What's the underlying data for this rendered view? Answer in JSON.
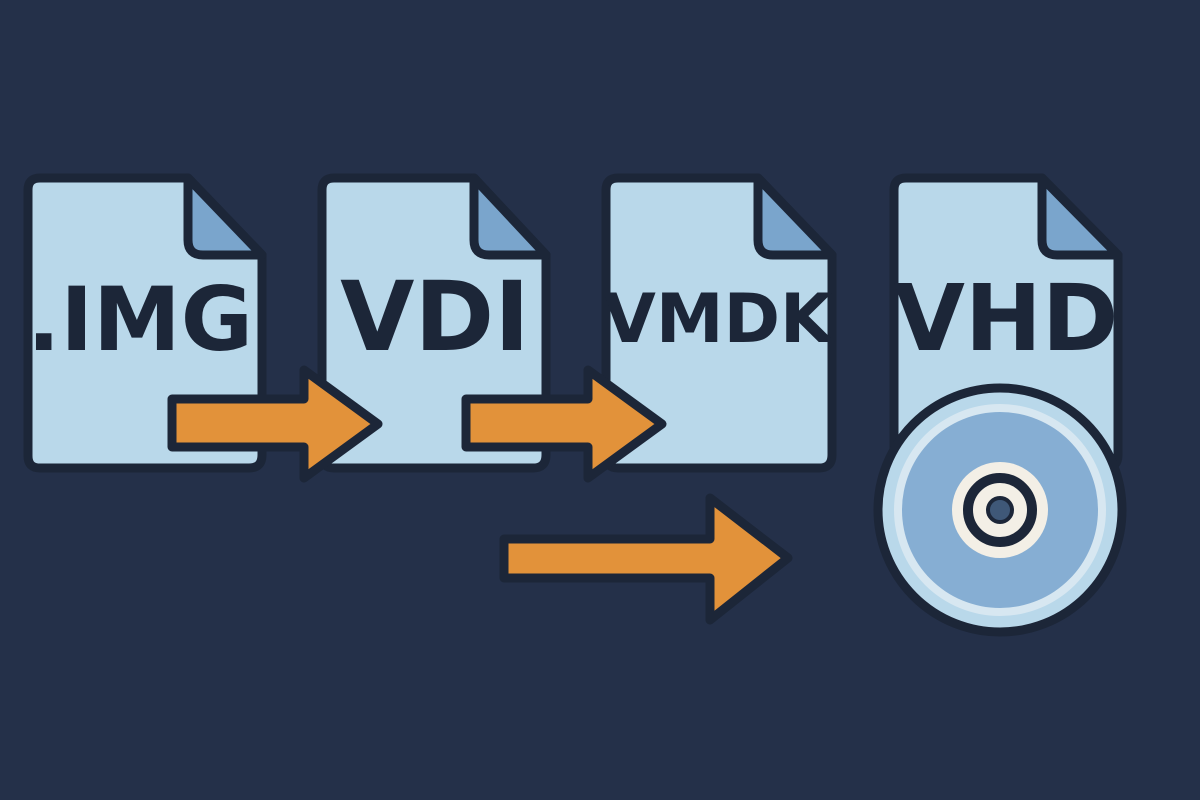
{
  "colors": {
    "background": "#243049",
    "file_body": "#b9d8ea",
    "file_fold": "#7aa5cc",
    "outline": "#1c2638",
    "arrow": "#e2923a",
    "disc_outer": "#b9d8ea",
    "disc_ring": "#d7e7f1",
    "disc_inner": "#86aed3",
    "disc_hub": "#f3efe6",
    "disc_hole": "#3f5878"
  },
  "files": [
    {
      "label": ".IMG",
      "icon": "file-icon"
    },
    {
      "label": "VDI",
      "icon": "file-icon"
    },
    {
      "label": "VMDK",
      "icon": "file-icon"
    },
    {
      "label": "VHD",
      "icon": "file-icon"
    }
  ],
  "disc": {
    "icon": "disc-icon"
  },
  "arrows": [
    {
      "icon": "arrow-right-icon",
      "from": ".IMG",
      "to": "VDI"
    },
    {
      "icon": "arrow-right-icon",
      "from": "VDI",
      "to": "VMDK"
    },
    {
      "icon": "arrow-right-icon",
      "from": "VMDK",
      "to": "VHD"
    }
  ]
}
